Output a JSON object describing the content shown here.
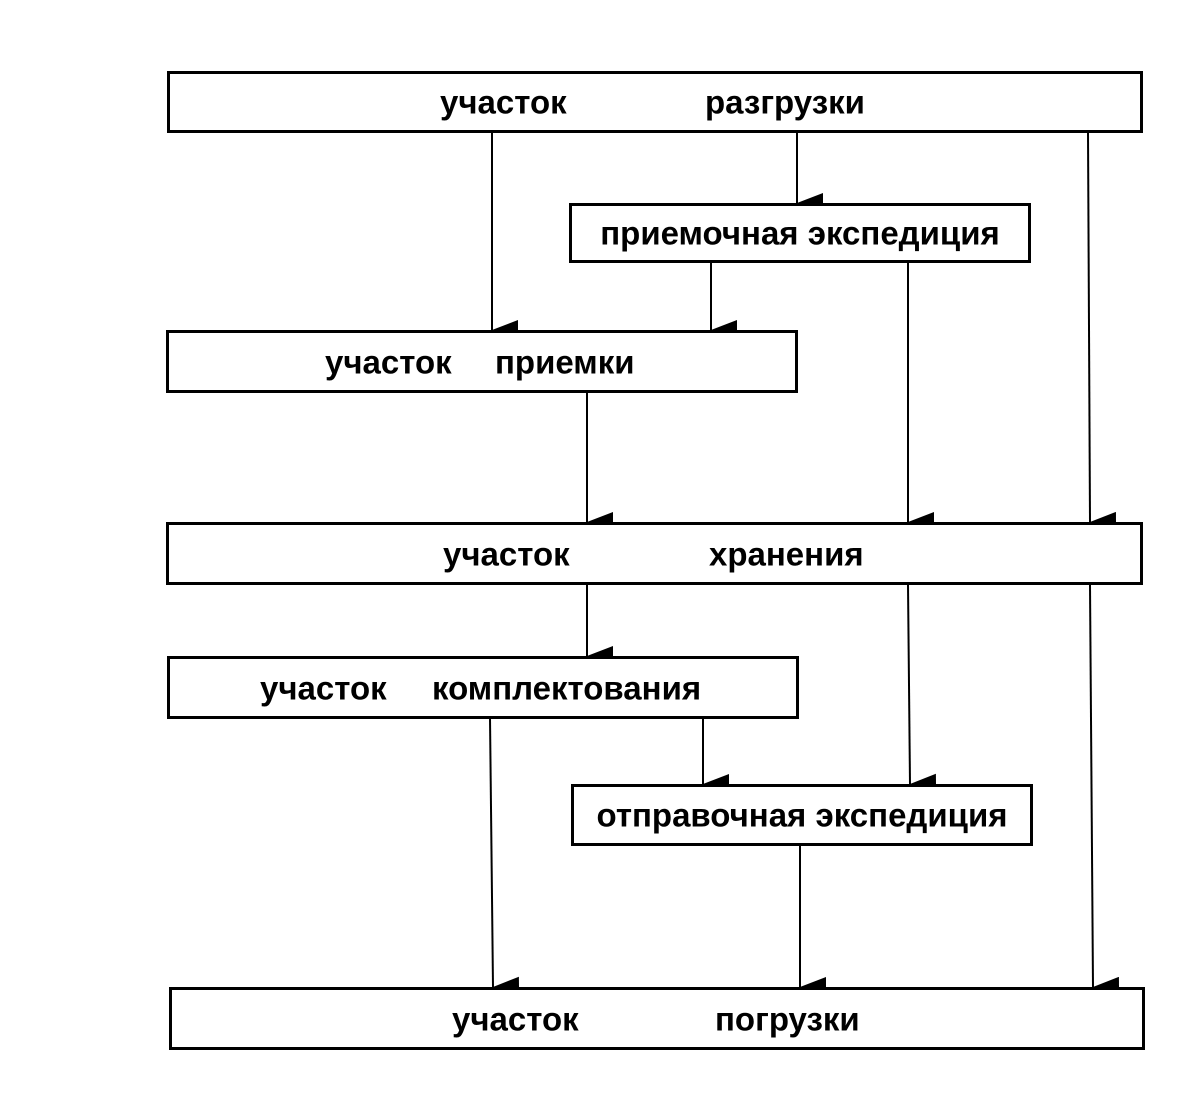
{
  "diagram": {
    "nodes": {
      "unloading": {
        "word1": "участок",
        "word2": "разгрузки"
      },
      "receiving_expedition": {
        "label": "приемочная экспедиция"
      },
      "acceptance": {
        "word1": "участок",
        "word2": "приемки"
      },
      "storage": {
        "word1": "участок",
        "word2": "хранения"
      },
      "picking": {
        "word1": "участок",
        "word2": "комплектования"
      },
      "dispatch_expedition": {
        "label": "отправочная экспедиция"
      },
      "loading": {
        "word1": "участок",
        "word2": "погрузки"
      }
    },
    "edges": [
      {
        "from": "unloading",
        "to": "receiving_expedition"
      },
      {
        "from": "unloading",
        "to": "acceptance"
      },
      {
        "from": "unloading",
        "to": "storage"
      },
      {
        "from": "receiving_expedition",
        "to": "acceptance"
      },
      {
        "from": "receiving_expedition",
        "to": "storage"
      },
      {
        "from": "acceptance",
        "to": "storage"
      },
      {
        "from": "storage",
        "to": "picking"
      },
      {
        "from": "storage",
        "to": "dispatch_expedition"
      },
      {
        "from": "storage",
        "to": "loading"
      },
      {
        "from": "picking",
        "to": "dispatch_expedition"
      },
      {
        "from": "picking",
        "to": "loading"
      },
      {
        "from": "dispatch_expedition",
        "to": "loading"
      }
    ]
  }
}
